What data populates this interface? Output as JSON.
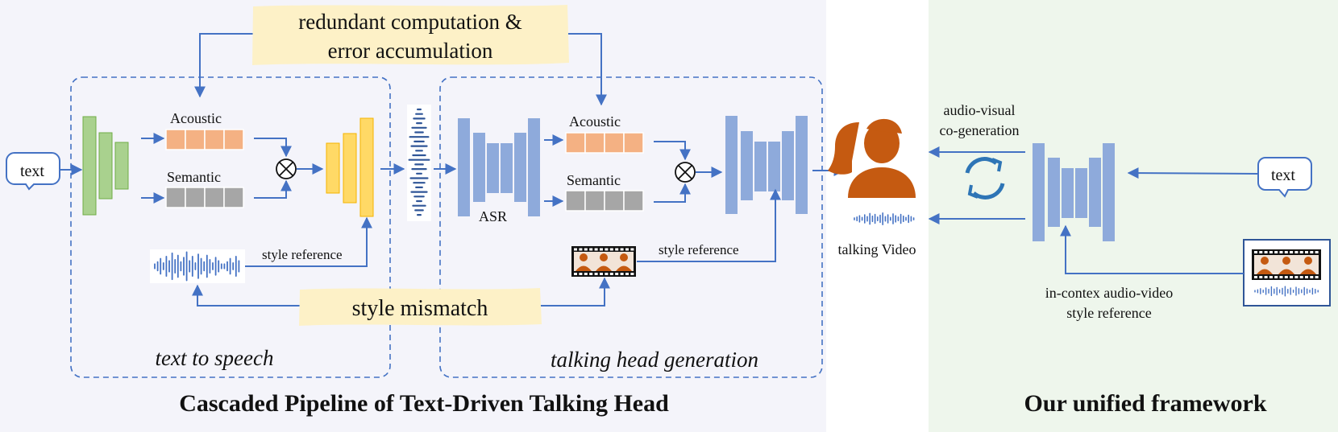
{
  "left": {
    "title": "Cascaded Pipeline of Text-Driven Talking Head",
    "input_text": "text",
    "top_callout": [
      "redundant computation &",
      "error accumulation"
    ],
    "bottom_callout": "style mismatch",
    "tts": {
      "label": "text to speech",
      "acoustic": "Acoustic",
      "semantic": "Semantic",
      "style_ref": "style reference"
    },
    "thg": {
      "label": "talking head generation",
      "acoustic": "Acoustic",
      "semantic": "Semantic",
      "asr": "ASR",
      "style_ref": "style reference"
    },
    "output": "talking Video"
  },
  "right": {
    "title": "Our unified framework",
    "co_gen": [
      "audio-visual",
      "co-generation"
    ],
    "input_text": "text",
    "style_ref": [
      "in-contex audio-video",
      "style reference"
    ]
  },
  "colors": {
    "left_bg": "#f4f4fa",
    "right_bg": "#eef6ec",
    "blue": "#4472c4",
    "encoder_blue": "#8eaadb",
    "green": "#a9d18e",
    "yellow": "#ffd966",
    "orange": "#f4b183",
    "gray": "#a6a6a6",
    "callout": "#fdf1c7",
    "person": "#c55a11"
  }
}
